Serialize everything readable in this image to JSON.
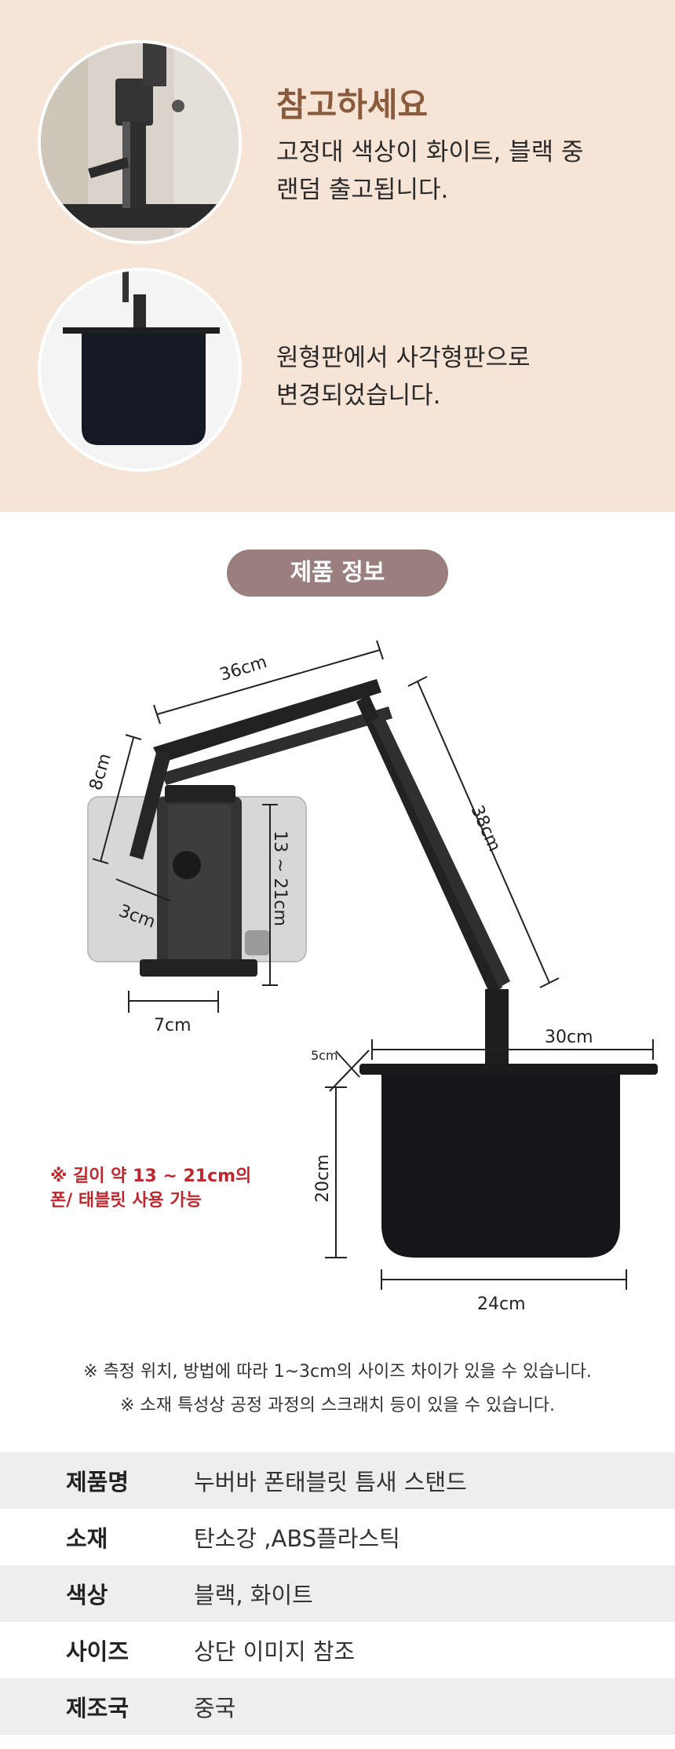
{
  "notice": {
    "title": "참고하세요",
    "text1_line1": "고정대 색상이 화이트, 블랙 중",
    "text1_line2": "랜덤 출고됩니다.",
    "text2_line1": "원형판에서 사각형판으로",
    "text2_line2": "변경되었습니다."
  },
  "product_info": {
    "heading": "제품 정보",
    "dimensions": {
      "arm_length": "36cm",
      "lower_arm_length": "38cm",
      "clamp_arm": "8cm",
      "clamp_offset": "3cm",
      "phone_range": "13 ~ 21cm",
      "clamp_width": "7cm",
      "tray_thickness": "5cm",
      "tray_top_width": "30cm",
      "tray_height": "20cm",
      "tray_bottom_width": "24cm"
    },
    "warning_line1": "※ 길이 약 13 ~ 21cm의",
    "warning_line2": "폰/ 태블릿 사용 가능",
    "note1": "※ 측정 위치, 방법에 따라 1~3cm의 사이즈 차이가 있을 수 있습니다.",
    "note2": "※ 소재 특성상 공정 과정의 스크래치 등이 있을 수 있습니다."
  },
  "specs": [
    {
      "label": "제품명",
      "value": "누버바 폰태블릿 틈새 스탠드"
    },
    {
      "label": "소재",
      "value": "탄소강 ,ABS플라스틱"
    },
    {
      "label": "색상",
      "value": "블랙, 화이트"
    },
    {
      "label": "사이즈",
      "value": "상단 이미지 참조"
    },
    {
      "label": "제조국",
      "value": "중국"
    }
  ]
}
